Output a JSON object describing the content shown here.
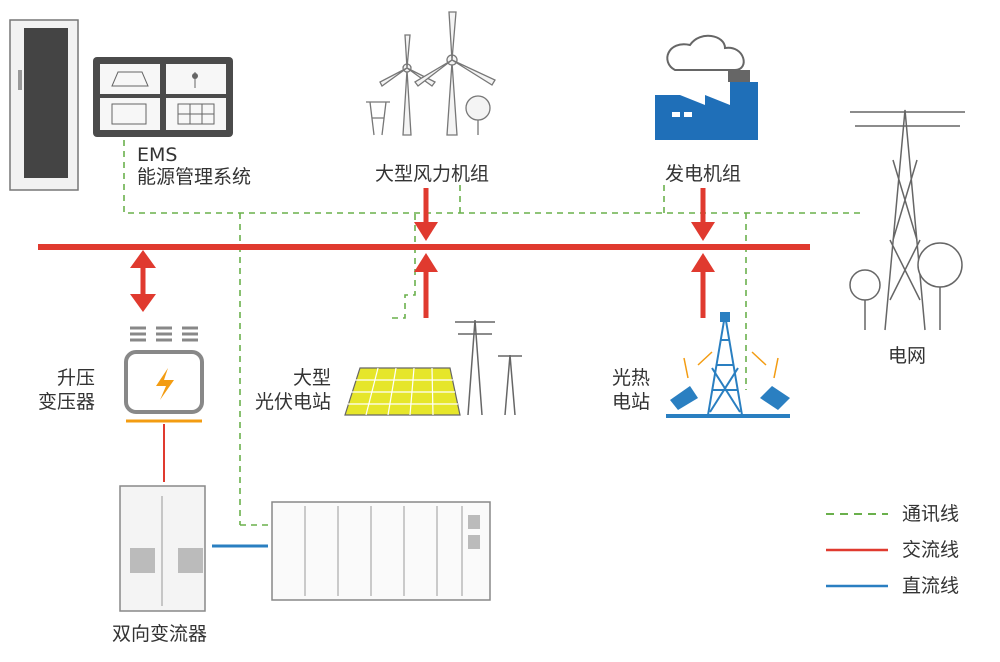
{
  "labels": {
    "ems_title": "EMS",
    "ems_subtitle": "能源管理系统",
    "wind": "大型风力机组",
    "generator": "发电机组",
    "grid": "电网",
    "transformer_line1": "升压",
    "transformer_line2": "变压器",
    "pv_line1": "大型",
    "pv_line2": "光伏电站",
    "csp_line1": "光热",
    "csp_line2": "电站",
    "converter": "双向变流器"
  },
  "legend": [
    {
      "label": "通讯线",
      "color": "#6ab04c",
      "style": "dashed"
    },
    {
      "label": "交流线",
      "color": "#e03a2f",
      "style": "solid"
    },
    {
      "label": "直流线",
      "color": "#2a7fc1",
      "style": "solid"
    }
  ],
  "colors": {
    "ac": "#e03a2f",
    "dc": "#2a7fc1",
    "comm": "#6ab04c",
    "factory": "#1f6fb8",
    "pv_yellow": "#e6e62a",
    "outline": "#555555",
    "transformer_bolt": "#f39c12"
  }
}
